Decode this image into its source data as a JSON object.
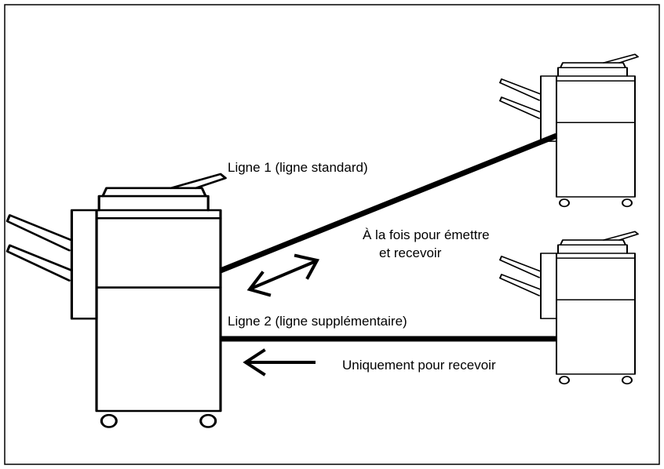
{
  "labels": {
    "line1": "Ligne 1 (ligne standard)",
    "both_line1": "À la fois pour émettre",
    "both_line2": "et recevoir",
    "line2": "Ligne 2 (ligne supplémentaire)",
    "receive_only": "Uniquement pour recevoir"
  },
  "colors": {
    "stroke": "#000000",
    "background": "#ffffff"
  }
}
